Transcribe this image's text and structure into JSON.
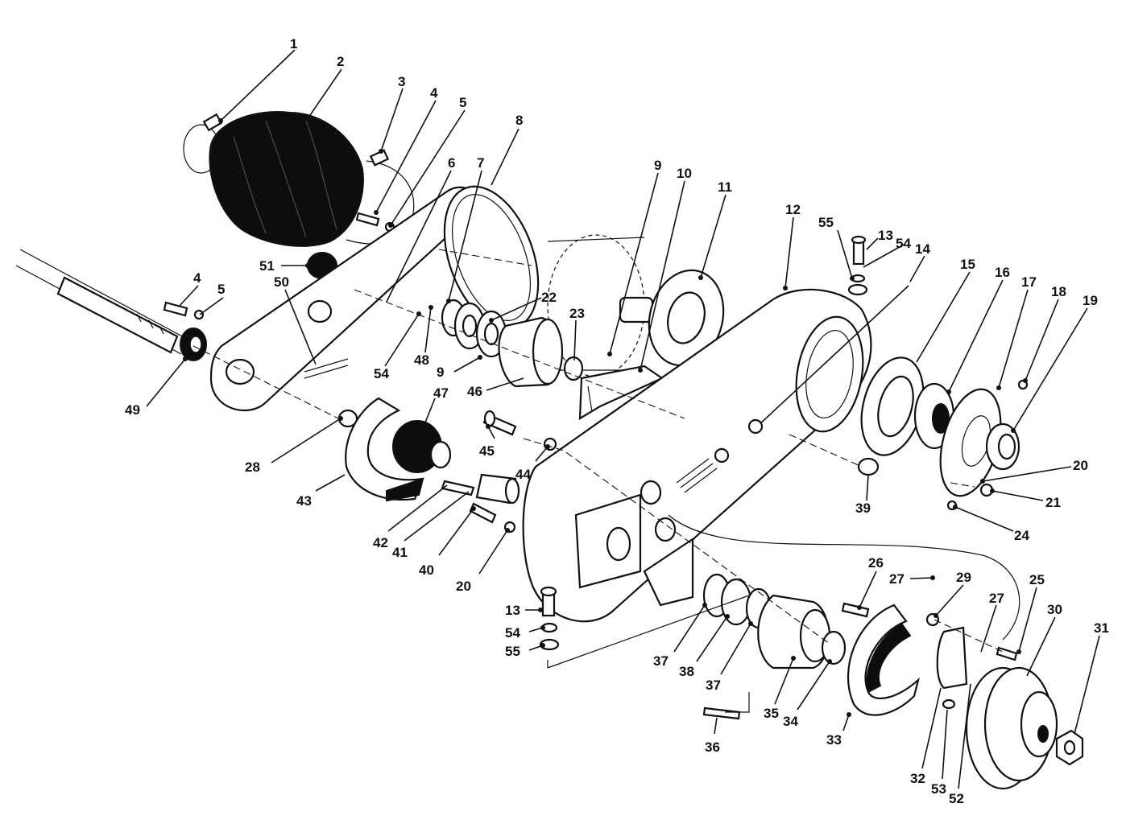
{
  "callouts": [
    {
      "id": "c1",
      "text": "1"
    },
    {
      "id": "c2",
      "text": "2"
    },
    {
      "id": "c3",
      "text": "3"
    },
    {
      "id": "c4a",
      "text": "4"
    },
    {
      "id": "c5a",
      "text": "5"
    },
    {
      "id": "c6",
      "text": "6"
    },
    {
      "id": "c7",
      "text": "7"
    },
    {
      "id": "c8",
      "text": "8"
    },
    {
      "id": "c9a",
      "text": "9"
    },
    {
      "id": "c10",
      "text": "10"
    },
    {
      "id": "c11",
      "text": "11"
    },
    {
      "id": "c12",
      "text": "12"
    },
    {
      "id": "c55a",
      "text": "55"
    },
    {
      "id": "c13a",
      "text": "13"
    },
    {
      "id": "c54a",
      "text": "54"
    },
    {
      "id": "c14",
      "text": "14"
    },
    {
      "id": "c15",
      "text": "15"
    },
    {
      "id": "c16",
      "text": "16"
    },
    {
      "id": "c17",
      "text": "17"
    },
    {
      "id": "c18",
      "text": "18"
    },
    {
      "id": "c19",
      "text": "19"
    },
    {
      "id": "c20a",
      "text": "20"
    },
    {
      "id": "c21",
      "text": "21"
    },
    {
      "id": "c24",
      "text": "24"
    },
    {
      "id": "c39",
      "text": "39"
    },
    {
      "id": "c4b",
      "text": "4"
    },
    {
      "id": "c5b",
      "text": "5"
    },
    {
      "id": "c51",
      "text": "51"
    },
    {
      "id": "c50",
      "text": "50"
    },
    {
      "id": "c49",
      "text": "49"
    },
    {
      "id": "c54b",
      "text": "54"
    },
    {
      "id": "c48",
      "text": "48"
    },
    {
      "id": "c22",
      "text": "22"
    },
    {
      "id": "c23",
      "text": "23"
    },
    {
      "id": "c9b",
      "text": "9"
    },
    {
      "id": "c46",
      "text": "46"
    },
    {
      "id": "c47",
      "text": "47"
    },
    {
      "id": "c45",
      "text": "45"
    },
    {
      "id": "c44",
      "text": "44"
    },
    {
      "id": "c28",
      "text": "28"
    },
    {
      "id": "c43",
      "text": "43"
    },
    {
      "id": "c42",
      "text": "42"
    },
    {
      "id": "c41",
      "text": "41"
    },
    {
      "id": "c40",
      "text": "40"
    },
    {
      "id": "c20b",
      "text": "20"
    },
    {
      "id": "c13b",
      "text": "13"
    },
    {
      "id": "c54c",
      "text": "54"
    },
    {
      "id": "c55b",
      "text": "55"
    },
    {
      "id": "c26",
      "text": "26"
    },
    {
      "id": "c27a",
      "text": "27"
    },
    {
      "id": "c29",
      "text": "29"
    },
    {
      "id": "c25",
      "text": "25"
    },
    {
      "id": "c27b",
      "text": "27"
    },
    {
      "id": "c30",
      "text": "30"
    },
    {
      "id": "c31",
      "text": "31"
    },
    {
      "id": "c37a",
      "text": "37"
    },
    {
      "id": "c38",
      "text": "38"
    },
    {
      "id": "c37b",
      "text": "37"
    },
    {
      "id": "c35",
      "text": "35"
    },
    {
      "id": "c34",
      "text": "34"
    },
    {
      "id": "c33",
      "text": "33"
    },
    {
      "id": "c36",
      "text": "36"
    },
    {
      "id": "c32",
      "text": "32"
    },
    {
      "id": "c53",
      "text": "53"
    },
    {
      "id": "c52",
      "text": "52"
    }
  ]
}
